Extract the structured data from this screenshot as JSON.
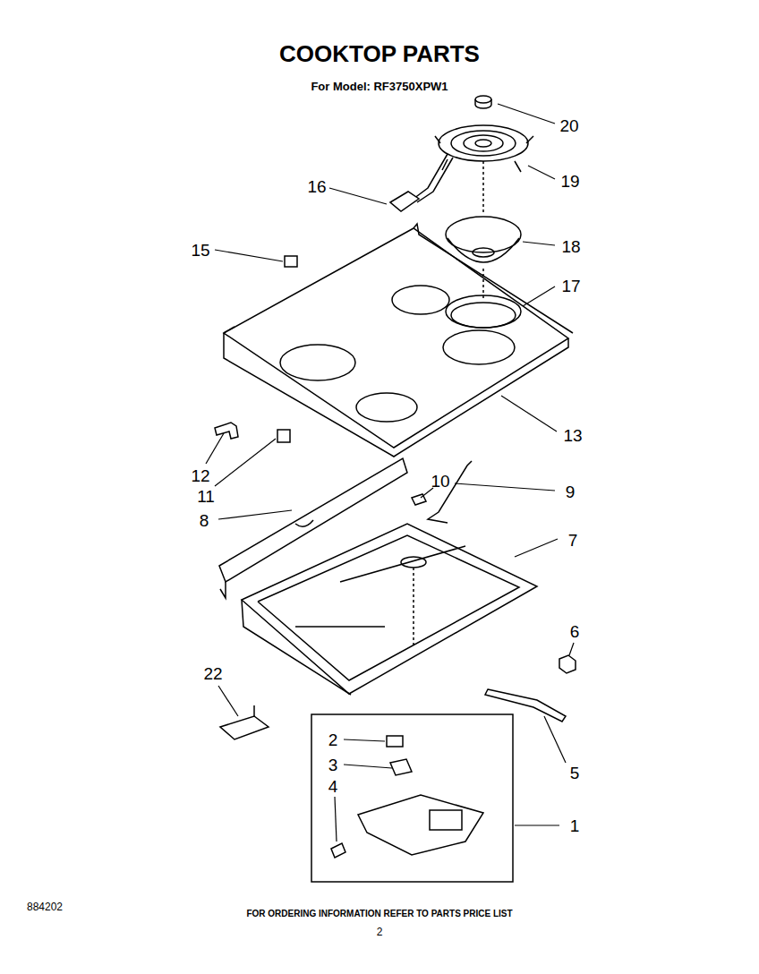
{
  "diagram": {
    "title": "COOKTOP PARTS",
    "labels": [
      "For Model: RF3750XPW1",
      "20",
      "19",
      "16",
      "18",
      "15",
      "17",
      "13",
      "12",
      "11",
      "10",
      "9",
      "8",
      "7",
      "6",
      "22",
      "2",
      "3",
      "4",
      "5",
      "1",
      "FOR ORDERING INFORMATION REFER TO PARTS PRICE LIST",
      "884202",
      "2"
    ]
  }
}
